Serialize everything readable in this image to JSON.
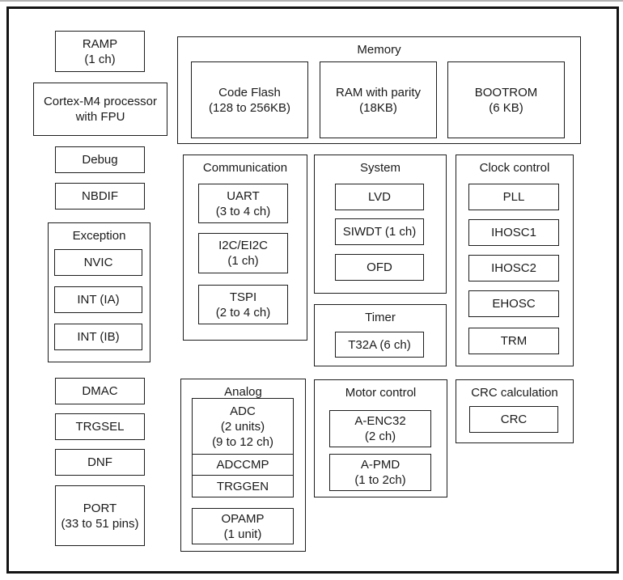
{
  "colors": {
    "border": "#1d1d1d",
    "outer_frame": "#141414",
    "background": "#ffffff",
    "text": "#1a1a1a",
    "top_rule": "#b3b3b3"
  },
  "blocks": {
    "ramp": {
      "label": "RAMP",
      "sub": "(1 ch)"
    },
    "cortex": {
      "label": "Cortex-M4 processor",
      "sub": "with FPU"
    },
    "debug": {
      "label": "Debug"
    },
    "nbdif": {
      "label": "NBDIF"
    },
    "exception": {
      "title": "Exception",
      "nvic": "NVIC",
      "int_ia": "INT (IA)",
      "int_ib": "INT (IB)"
    },
    "dmac": {
      "label": "DMAC"
    },
    "trgsel": {
      "label": "TRGSEL"
    },
    "dnf": {
      "label": "DNF"
    },
    "port": {
      "label": "PORT",
      "sub": "(33 to 51 pins)"
    },
    "memory": {
      "title": "Memory",
      "code_flash": {
        "label": "Code Flash",
        "sub": "(128 to 256KB)"
      },
      "ram": {
        "label": "RAM with parity",
        "sub": "(18KB)"
      },
      "bootrom": {
        "label": "BOOTROM",
        "sub": "(6 KB)"
      }
    },
    "communication": {
      "title": "Communication",
      "uart": {
        "label": "UART",
        "sub": "(3 to 4 ch)"
      },
      "i2c": {
        "label": "I2C/EI2C",
        "sub": "(1 ch)"
      },
      "tspi": {
        "label": "TSPI",
        "sub": "(2 to 4 ch)"
      }
    },
    "system": {
      "title": "System",
      "lvd": "LVD",
      "siwdt": "SIWDT (1 ch)",
      "ofd": "OFD"
    },
    "timer": {
      "title": "Timer",
      "t32a": "T32A (6 ch)"
    },
    "clock": {
      "title": "Clock control",
      "pll": "PLL",
      "ihosc1": "IHOSC1",
      "ihosc2": "IHOSC2",
      "ehosc": "EHOSC",
      "trm": "TRM"
    },
    "analog": {
      "title": "Analog",
      "adc": {
        "label": "ADC",
        "sub": "(2 units)",
        "sub2": "(9 to 12 ch)"
      },
      "adccmp": "ADCCMP",
      "trggen": "TRGGEN",
      "opamp": {
        "label": "OPAMP",
        "sub": "(1 unit)"
      }
    },
    "motor": {
      "title": "Motor control",
      "a_enc32": {
        "label": "A-ENC32",
        "sub": "(2 ch)"
      },
      "a_pmd": {
        "label": "A-PMD",
        "sub": "(1 to 2ch)"
      }
    },
    "crc": {
      "title": "CRC calculation",
      "crc": "CRC"
    }
  }
}
